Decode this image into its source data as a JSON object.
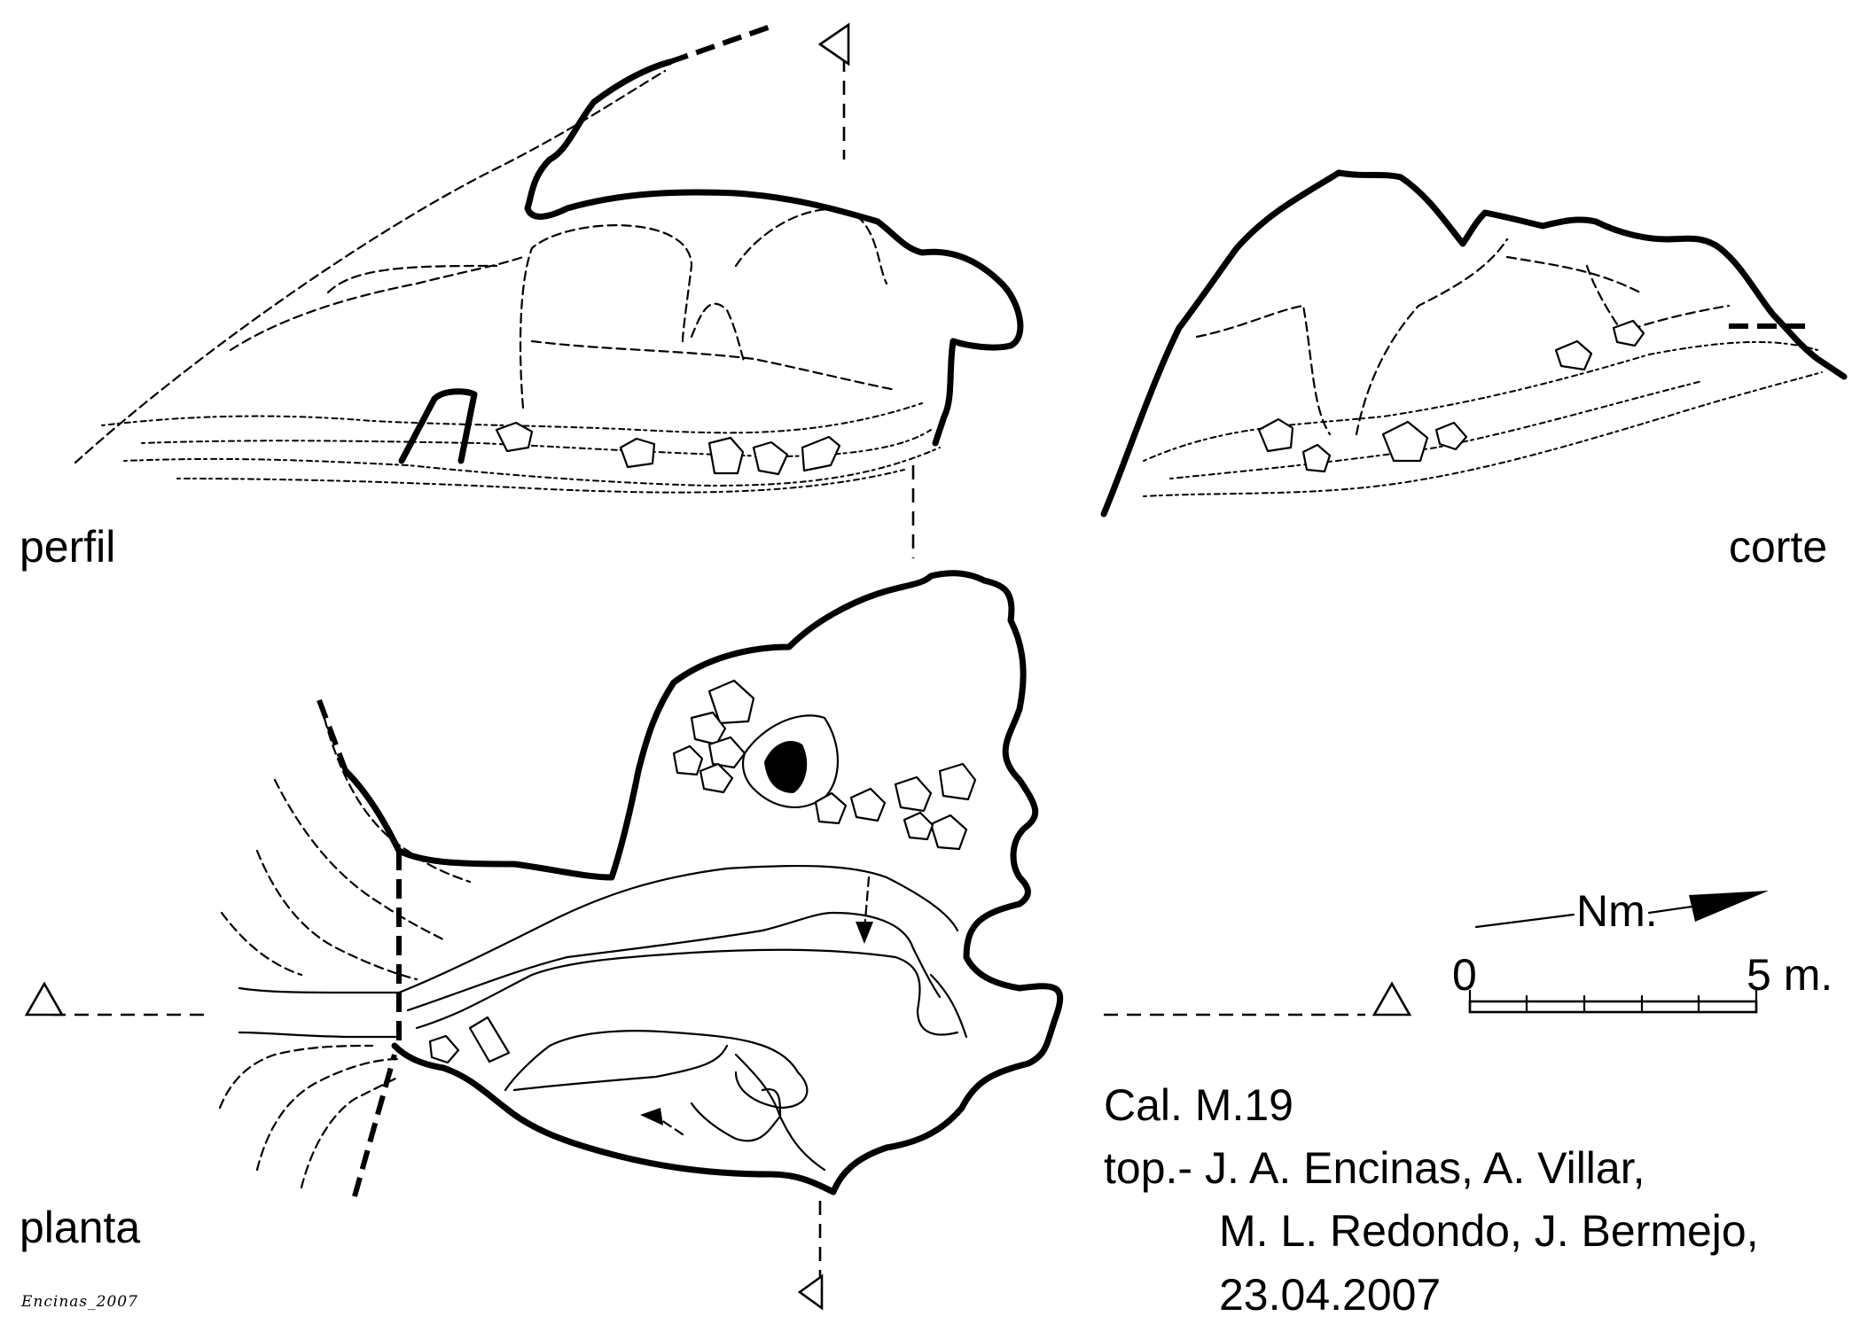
{
  "labels": {
    "profile": "perfil",
    "section": "corte",
    "plan": "planta"
  },
  "north_arrow": {
    "label": "Nm."
  },
  "scale_bar": {
    "start_label": "0",
    "end_label": "5 m."
  },
  "credits": {
    "cave_id": "Cal. M.19",
    "surveyors_line1": "top.- J. A. Encinas, A. Villar,",
    "surveyors_line2": "M. L. Redondo, J. Bermejo,",
    "date": "23.04.2007"
  },
  "signature": "Encinas_2007"
}
